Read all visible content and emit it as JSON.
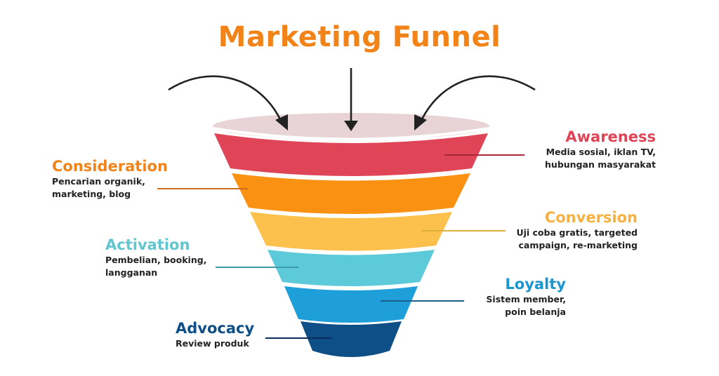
{
  "title": "Marketing Funnel",
  "colors": {
    "title": "#f28318",
    "rim": "#e8d3d7",
    "arrows": "#222222"
  },
  "stages": [
    {
      "name": "Awareness",
      "description": "Media sosial, iklan TV,\nhubungan masyarakat",
      "color": "#e04457",
      "side": "right"
    },
    {
      "name": "Consideration",
      "description": "Pencarian organik,\nmarketing, blog",
      "color": "#fa9113",
      "side": "left"
    },
    {
      "name": "Conversion",
      "description": "Uji coba gratis, targeted\ncampaign, re-marketing",
      "color": "#fcc14d",
      "side": "right"
    },
    {
      "name": "Activation",
      "description": "Pembelian, booking,\nlangganan",
      "color": "#5ccad8",
      "side": "left"
    },
    {
      "name": "Loyalty",
      "description": "Sistem member,\npoin belanja",
      "color": "#1f9fd9",
      "side": "right"
    },
    {
      "name": "Advocacy",
      "description": "Review produk",
      "color": "#0d4f86",
      "side": "left"
    }
  ],
  "label_colors": {
    "Awareness": "#e04457",
    "Consideration": "#f28318",
    "Conversion": "#f6b142",
    "Activation": "#62c6cf",
    "Loyalty": "#1b95d0",
    "Advocacy": "#0d4f86"
  }
}
